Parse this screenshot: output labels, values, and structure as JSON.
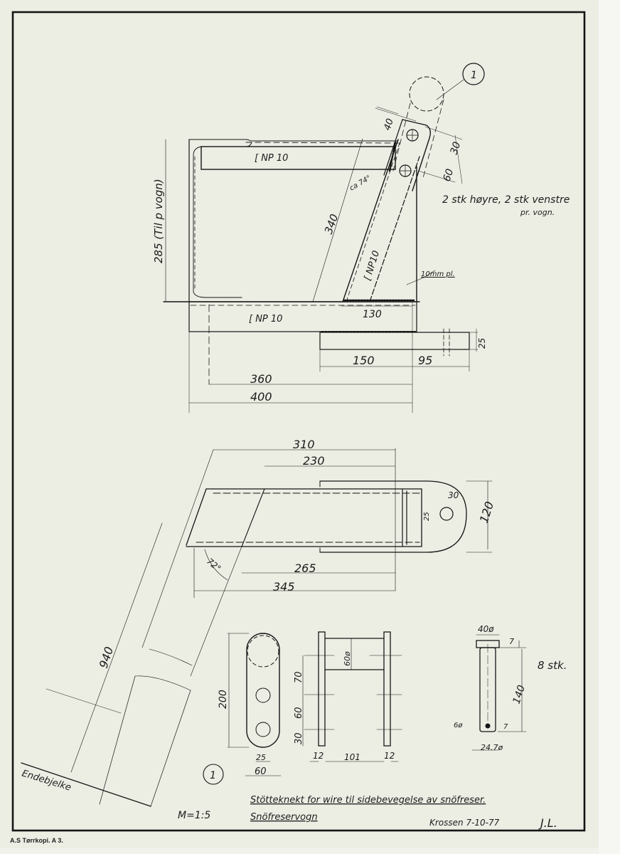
{
  "drawing": {
    "title": "Stötteknekt for wire til sidebevegelse av snöfreser.",
    "subtitle": "Snöfreservogn",
    "scale": "M=1:5",
    "signature": "Krossen 7-10-77",
    "initials": "J.L.",
    "paper_stamp": "A.S Tørrkopi. A 3.",
    "part_marker": "1"
  },
  "side_view": {
    "channel_top_label": "[ NP 10",
    "channel_bottom_label": "[ NP 10",
    "diagonal_label": "[ NP10",
    "height_dim": "285 (Til p vogn)",
    "diagonal_length": "340",
    "angle": "ca 74°",
    "plate_note": "10mm pl.",
    "bracket_dims": {
      "top_offset": "40",
      "hole_spacing_a": "30",
      "hole_spacing_b": "60"
    },
    "base_dims": {
      "weld_len": "130",
      "plate_a": "150",
      "plate_b": "95",
      "plate_thk": "25",
      "inner": "360",
      "overall": "400"
    },
    "quantity_note_1": "2 stk høyre, 2 stk venstre",
    "quantity_note_2": "pr. vogn."
  },
  "top_view": {
    "dim_310": "310",
    "dim_230": "230",
    "dim_265": "265",
    "dim_345": "345",
    "dim_120": "120",
    "dim_30": "30",
    "dim_25": "25",
    "angle": "72°",
    "length_940": "940",
    "end_beam_label": "Endebjelke"
  },
  "detail_plate": {
    "height": "200",
    "hole": "25",
    "width": "60"
  },
  "detail_side": {
    "dim_70": "70",
    "dim_60": "60",
    "dim_30": "30",
    "dim_60dia": "60ø",
    "thk_left": "12",
    "gap": "101",
    "thk_right": "12"
  },
  "pin": {
    "head_dia": "40ø",
    "head_thk": "7",
    "length": "140",
    "cross_hole": "6ø",
    "shaft_dia": "24.7ø",
    "end_offset": "7",
    "quantity": "8 stk."
  }
}
